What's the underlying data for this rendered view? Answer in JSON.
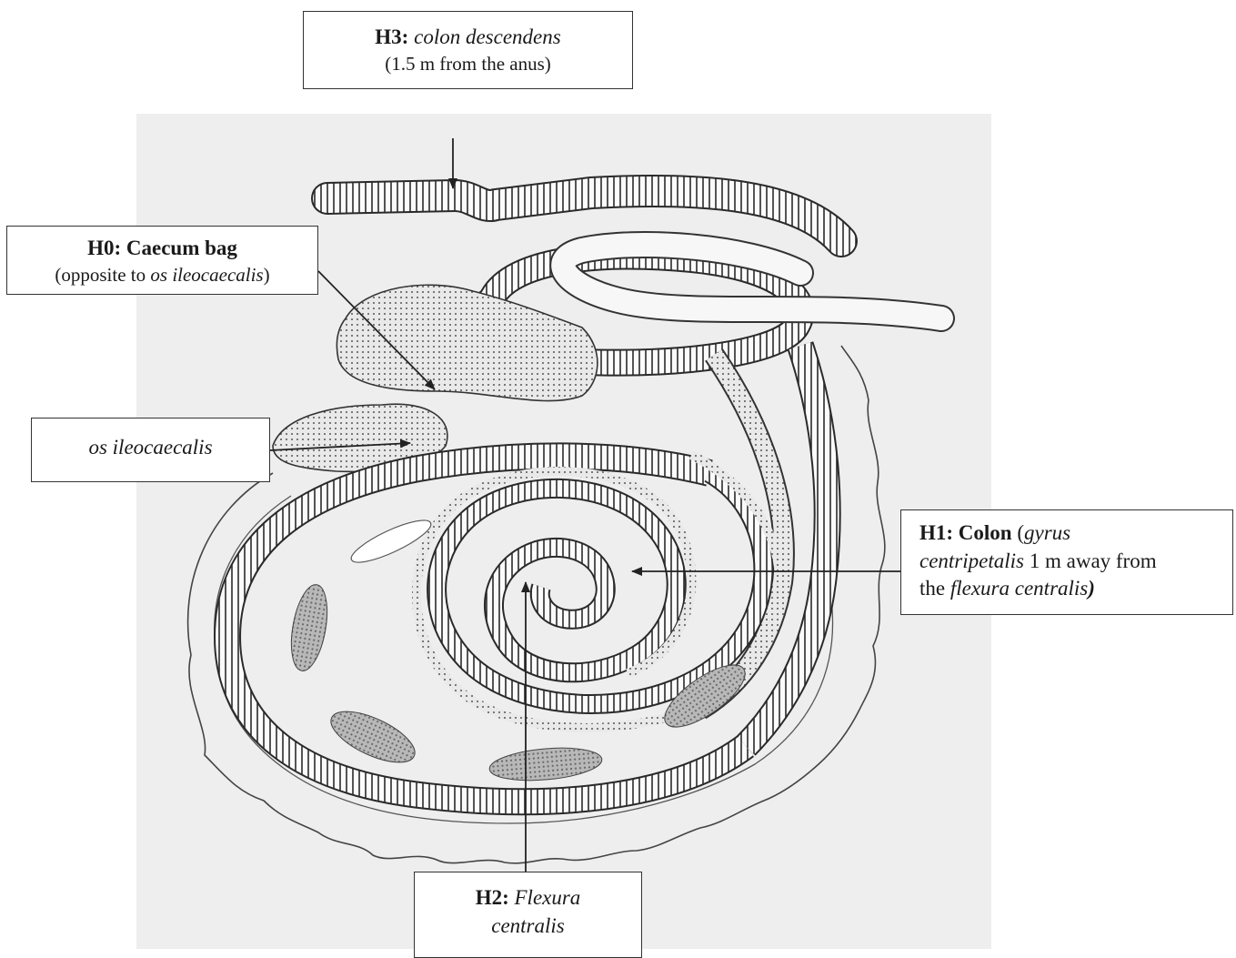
{
  "labels": {
    "h3": {
      "code": "H3:",
      "name": "colon descendens",
      "note": "(1.5 m from the anus)"
    },
    "h0": {
      "code": "H0: Caecum bag",
      "note_prefix": "(opposite to ",
      "note_term": "os ileocaecalis",
      "note_suffix": ")"
    },
    "os": {
      "term": "os ileocaecalis"
    },
    "h1": {
      "code": "H1: Colon",
      "open": " (",
      "term1": "gyrus",
      "term2": "centripetalis",
      "mid": " 1 m away from",
      "the": "the ",
      "term3": "flexura  centralis",
      "close": ")"
    },
    "h2": {
      "code": "H2:",
      "term1": "Flexura",
      "term2": "centralis"
    }
  },
  "colors": {
    "ink": "#333333",
    "background": "#eeeeee",
    "fill_dots": "#bdbdbd"
  }
}
